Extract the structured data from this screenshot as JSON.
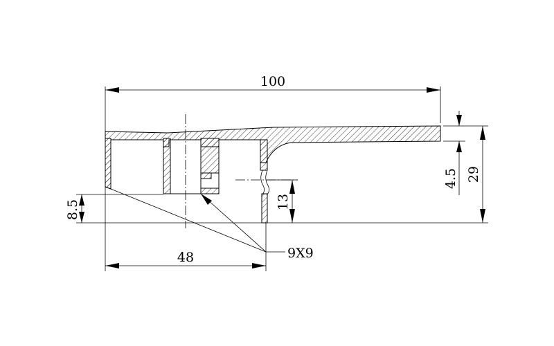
{
  "dimensions": {
    "overall_width": "100",
    "top_thickness": "4.5",
    "overall_height": "29",
    "slot_height": "13",
    "lip_height": "8.5",
    "center_width": "48"
  },
  "callout": {
    "slot_size": "9X9"
  },
  "colors": {
    "line": "#000000",
    "background": "#ffffff"
  }
}
